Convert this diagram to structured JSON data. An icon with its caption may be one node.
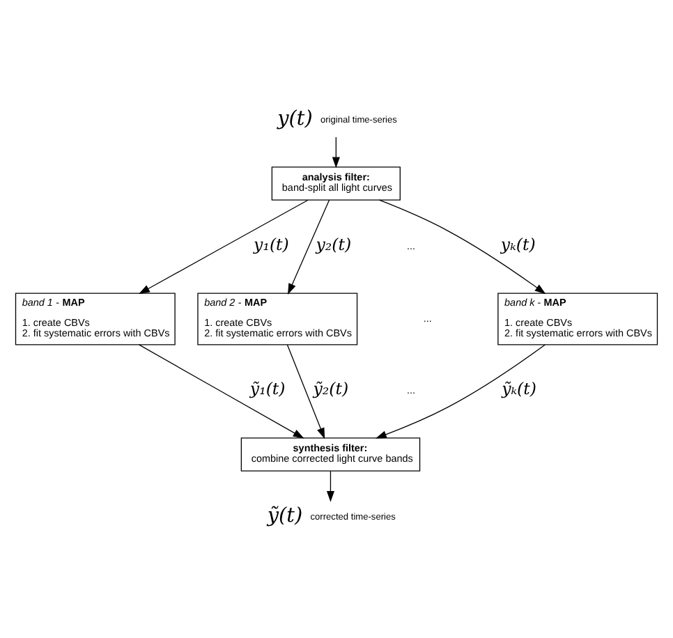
{
  "diagram": {
    "nodes": [
      {
        "text": [
          "y(t)"
        ],
        "beside": [
          "original time-series"
        ]
      },
      {
        "text": [
          "analysis filter:",
          "band-split all light curves"
        ]
      },
      {
        "text": [
          "*band 1* - **MAP**",
          "1. create CBVs",
          "2. fit systematic errors with CBVs"
        ]
      },
      {
        "text": [
          "*band 2* - **MAP**",
          "1. create CBVs",
          "2. fit systematic errors with CBVs"
        ]
      },
      {
        "text": [
          "*band k* - **MAP**",
          "1. create CBVs",
          "2. fit systematic errors with CBVs"
        ]
      },
      {
        "text": [
          "synthesis filter:",
          "combine corrected light curve bands"
        ]
      },
      {
        "text": [
          "ỹ(t)"
        ],
        "beside": [
          "corrected time-series"
        ]
      }
    ],
    "edges": [
      {
        "from": 0,
        "to": 1,
        "arrow": "to"
      },
      {
        "from": 1,
        "to": 2,
        "arrow": "to",
        "label": "y₁(t)"
      },
      {
        "from": 1,
        "to": 3,
        "arrow": "to",
        "label": "y₂(t)"
      },
      {
        "from": 1,
        "to": 4,
        "arrow": "to",
        "label": "yₖ(t)"
      },
      {
        "from": 2,
        "to": 5,
        "arrow": "to",
        "label": "ỹ₁(t)"
      },
      {
        "from": 3,
        "to": 5,
        "arrow": "to",
        "label": "ỹ₂(t)"
      },
      {
        "from": 4,
        "to": 5,
        "arrow": "to",
        "label": "ỹₖ(t)"
      },
      {
        "from": 5,
        "to": 6,
        "arrow": "to"
      }
    ],
    "labels": [
      "...",
      "...",
      "..."
    ]
  }
}
